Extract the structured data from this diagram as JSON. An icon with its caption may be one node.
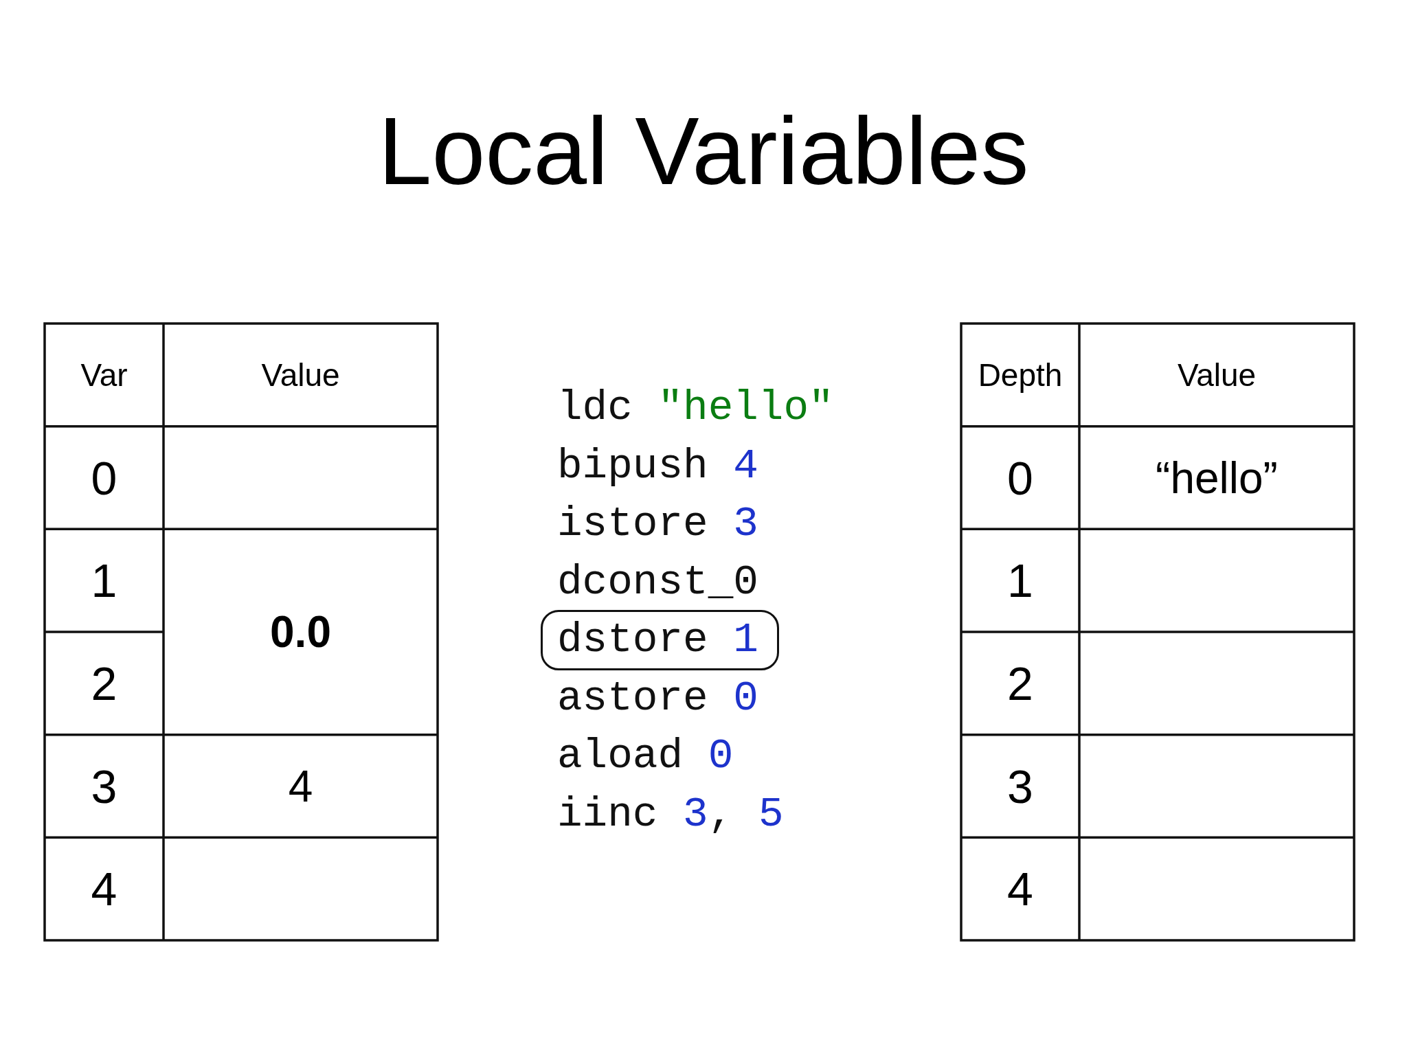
{
  "diagram": {
    "title": "Local Variables",
    "nodes": [
      {
        "text": [
          "dstore 1"
        ]
      }
    ],
    "labels": [
      "Var",
      "Value",
      "0",
      "1",
      "0.0",
      "2",
      "3",
      "4",
      "4",
      "ldc \"hello\"",
      "bipush 4",
      "istore 3",
      "dconst_0",
      "astore 0",
      "aload 0",
      "iinc 3, 5",
      "Depth",
      "Value",
      "0",
      "“hello”",
      "1",
      "2",
      "3",
      "4"
    ]
  }
}
